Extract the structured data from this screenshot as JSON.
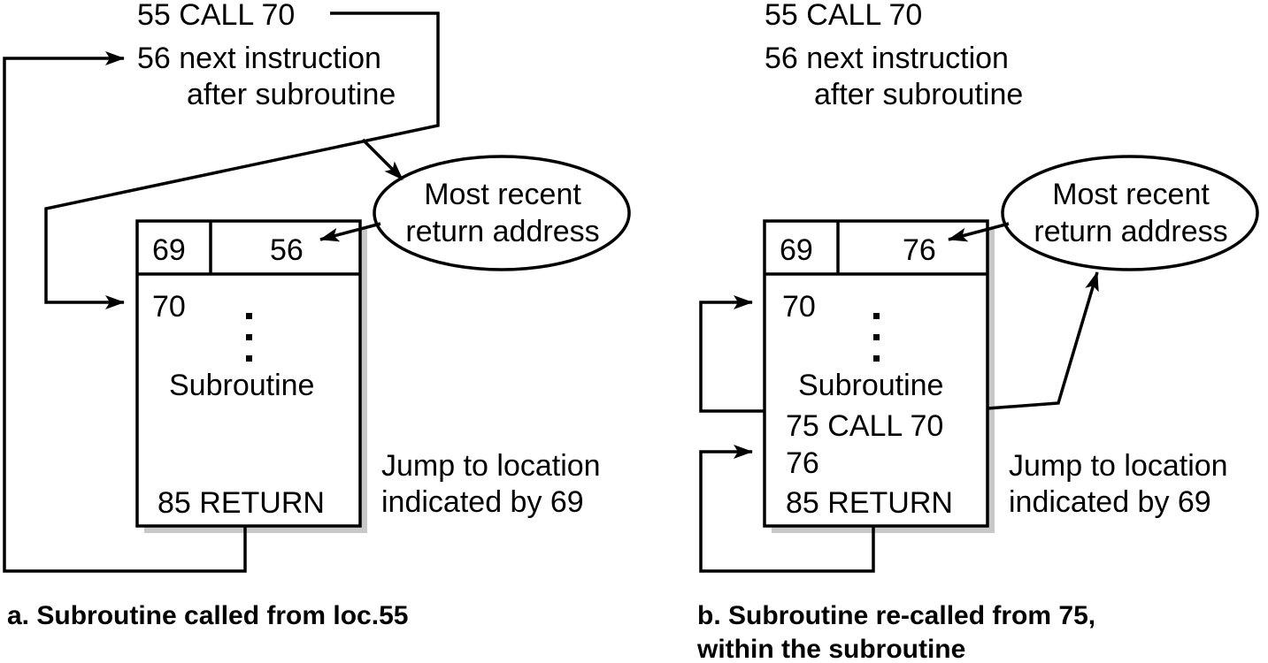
{
  "panel_a": {
    "call_line": "55 CALL 70",
    "next_line_1": "56 next instruction",
    "next_line_2": "after subroutine",
    "ellipse_line_1": "Most recent",
    "ellipse_line_2": "return address",
    "cell_address": "69",
    "cell_value": "56",
    "sub_start": "70",
    "dots": "⋮",
    "sub_label": "Subroutine",
    "return_line": "85 RETURN",
    "jump_line_1": "Jump to location",
    "jump_line_2": "indicated by 69",
    "caption": "a. Subroutine called from loc.55"
  },
  "panel_b": {
    "call_line": "55 CALL 70",
    "next_line_1": "56 next instruction",
    "next_line_2": "after subroutine",
    "ellipse_line_1": "Most recent",
    "ellipse_line_2": "return address",
    "cell_address": "69",
    "cell_value": "76",
    "sub_start": "70",
    "dots": "⋮",
    "sub_label": "Subroutine",
    "recall_line": "75 CALL 70",
    "after_recall": "76",
    "return_line": "85 RETURN",
    "jump_line_1": "Jump to location",
    "jump_line_2": "indicated by 69",
    "caption_line_1": "b. Subroutine re-called from 75,",
    "caption_line_2": "within the subroutine"
  }
}
